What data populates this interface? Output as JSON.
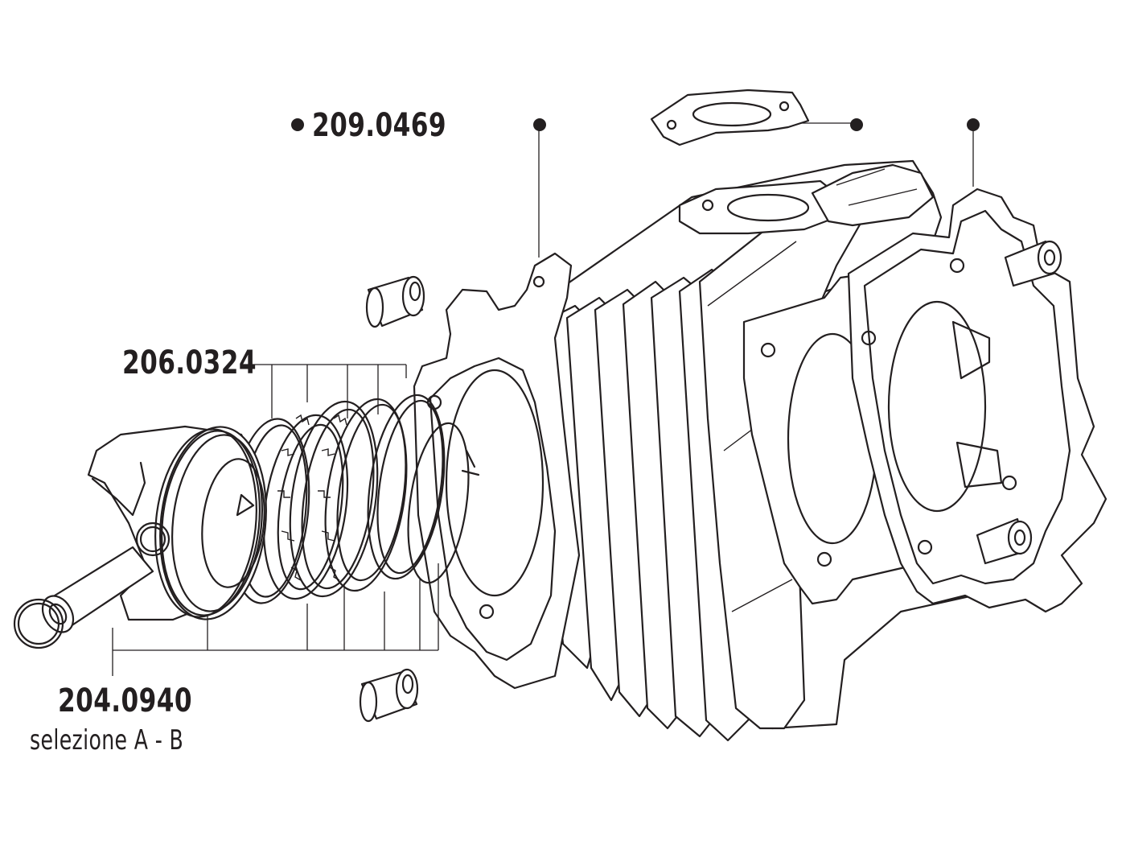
{
  "labels": {
    "gasket_set_code": "209.0469",
    "piston_rings_code": "206.0324",
    "piston_code": "204.0940",
    "piston_note": "selezione A - B"
  },
  "icons": {
    "bullet": "filled-circle"
  },
  "colors": {
    "ink": "#231f20",
    "background": "#ffffff"
  }
}
